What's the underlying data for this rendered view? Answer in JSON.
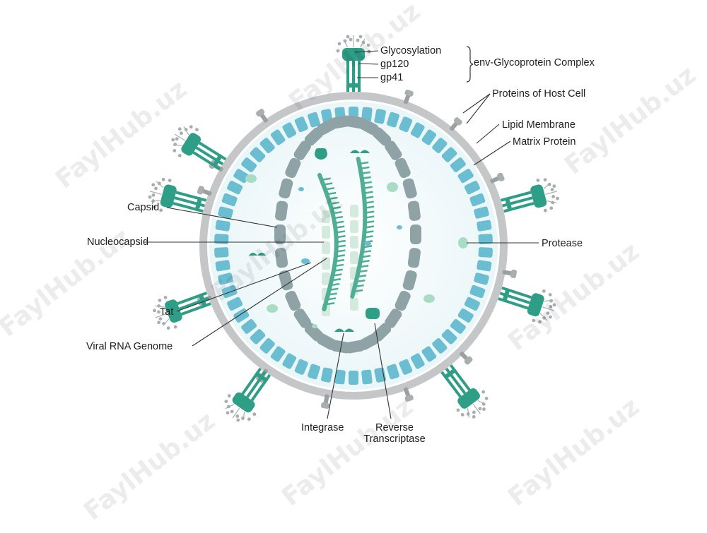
{
  "labels": {
    "glycosylation": "Glycosylation",
    "gp120": "gp120",
    "gp41": "gp41",
    "env_complex": "env-Glycoprotein Complex",
    "host_proteins": "Proteins of Host Cell",
    "lipid_membrane": "Lipid Membrane",
    "matrix_protein": "Matrix Protein",
    "capsid": "Capsid",
    "nucleocapsid": "Nucleocapsid",
    "protease": "Protease",
    "tat": "Tat",
    "viral_rna": "Viral RNA Genome",
    "integrase": "Integrase",
    "reverse_transcriptase_1": "Reverse",
    "reverse_transcriptase_2": "Transcriptase"
  },
  "watermark": "FaylHub.uz",
  "colors": {
    "membrane": "#c4c6c8",
    "matrix": "#6bbed2",
    "capsid": "#8fa3a6",
    "interior": "#eaf6f8",
    "rna": "#4fae94",
    "glycoprotein": "#2e9e86",
    "light_protein": "#a9dcc4",
    "leader_line": "#333333"
  }
}
